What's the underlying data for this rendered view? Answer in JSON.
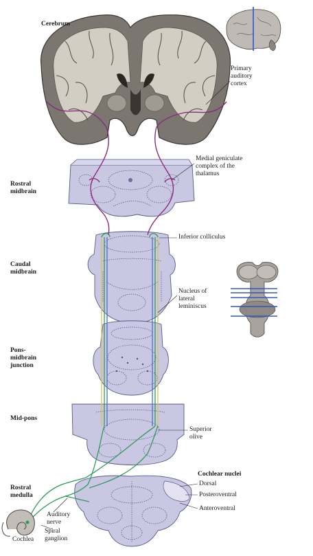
{
  "labels": {
    "cerebrum": "Cerebrum",
    "primary_auditory_cortex": "Primary\nauditory\ncortex",
    "medial_geniculate": "Medial geniculate\ncomplex of the\nthalamus",
    "rostral_midbrain": "Rostral\nmidbrain",
    "inferior_colliculus": "Inferior colliculus",
    "caudal_midbrain": "Caudal\nmidbrain",
    "nucleus_lateral_lemniscus": "Nucleus of\nlateral\nleminiscus",
    "pons_midbrain_junction": "Pons-\nmidbrain\njunction",
    "mid_pons": "Mid-pons",
    "superior_olive": "Superior\nolive",
    "cochlear_nuclei": "Cochlear nuclei",
    "dorsal": "Dorsal",
    "posteroventral": "Posteroventral",
    "anteroventral": "Anteroventral",
    "rostral_medulla": "Rostral\nmedulla",
    "auditory_nerve": "Auditory\nnerve",
    "spiral_ganglion": "Spiral\nganglion",
    "cochlea": "Cochlea"
  },
  "colors": {
    "purple_pathway": "#8b2a7e",
    "green_pathway": "#2e9a5a",
    "blue_pathway": "#4a6fc0",
    "yellow_pathway": "#d8c15a",
    "section_fill": "#c9c7e2",
    "cortex_fill": "#cbc6bd",
    "section_line": "#3b4a9a"
  }
}
